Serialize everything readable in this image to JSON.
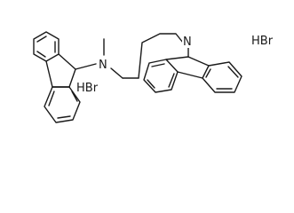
{
  "molecule": {
    "atoms": {
      "n_methyl": "N",
      "n_ring": "N"
    },
    "salts": [
      "HBr",
      "HBr"
    ]
  }
}
